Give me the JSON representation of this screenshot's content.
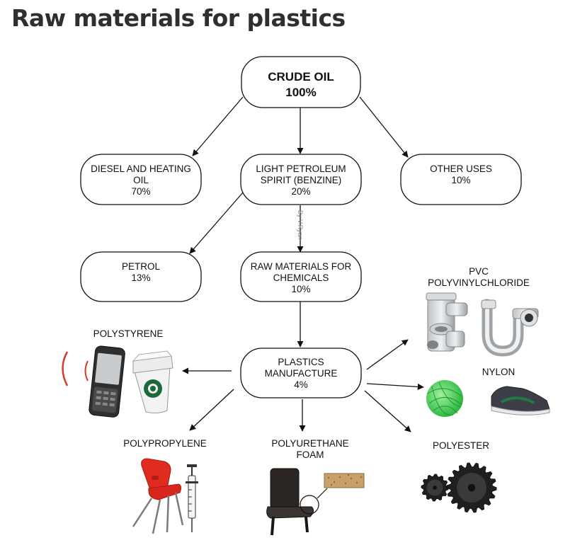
{
  "title": "Raw materials for plastics",
  "watermark": "By V.Ryan",
  "nodes": {
    "crude_oil": {
      "line1": "CRUDE OIL",
      "line2": "100%"
    },
    "diesel": {
      "line1": "DIESEL AND HEATING",
      "line2": "OIL",
      "line3": "70%"
    },
    "light_petroleum": {
      "line1": "LIGHT PETROLEUM",
      "line2": "SPIRIT (BENZINE)",
      "line3": "20%"
    },
    "other_uses": {
      "line1": "OTHER USES",
      "line2": "10%"
    },
    "petrol": {
      "line1": "PETROL",
      "line2": "13%"
    },
    "raw_materials": {
      "line1": "RAW MATERIALS FOR",
      "line2": "CHEMICALS",
      "line3": "10%"
    },
    "plastics_manufacture": {
      "line1": "PLASTICS",
      "line2": "MANUFACTURE",
      "line3": "4%"
    }
  },
  "products": {
    "pvc": {
      "line1": "PVC",
      "line2": "POLYVINYLCHLORIDE"
    },
    "polystyrene": {
      "line1": "POLYSTYRENE"
    },
    "nylon": {
      "line1": "NYLON"
    },
    "polypropylene": {
      "line1": "POLYPROPYLENE"
    },
    "polyurethane": {
      "line1": "POLYURETHANE",
      "line2": "FOAM"
    },
    "polyester": {
      "line1": "POLYESTER"
    }
  },
  "icons": [
    "pvc-pipe-fittings-icon",
    "pvc-waste-trap-icon",
    "mobile-phone-icon",
    "coffee-cup-icon",
    "green-twine-ball-icon",
    "trainer-shoe-icon",
    "plastic-chair-icon",
    "syringe-icon",
    "padded-chair-icon",
    "foam-sample-icon",
    "gear-wheels-icon"
  ]
}
